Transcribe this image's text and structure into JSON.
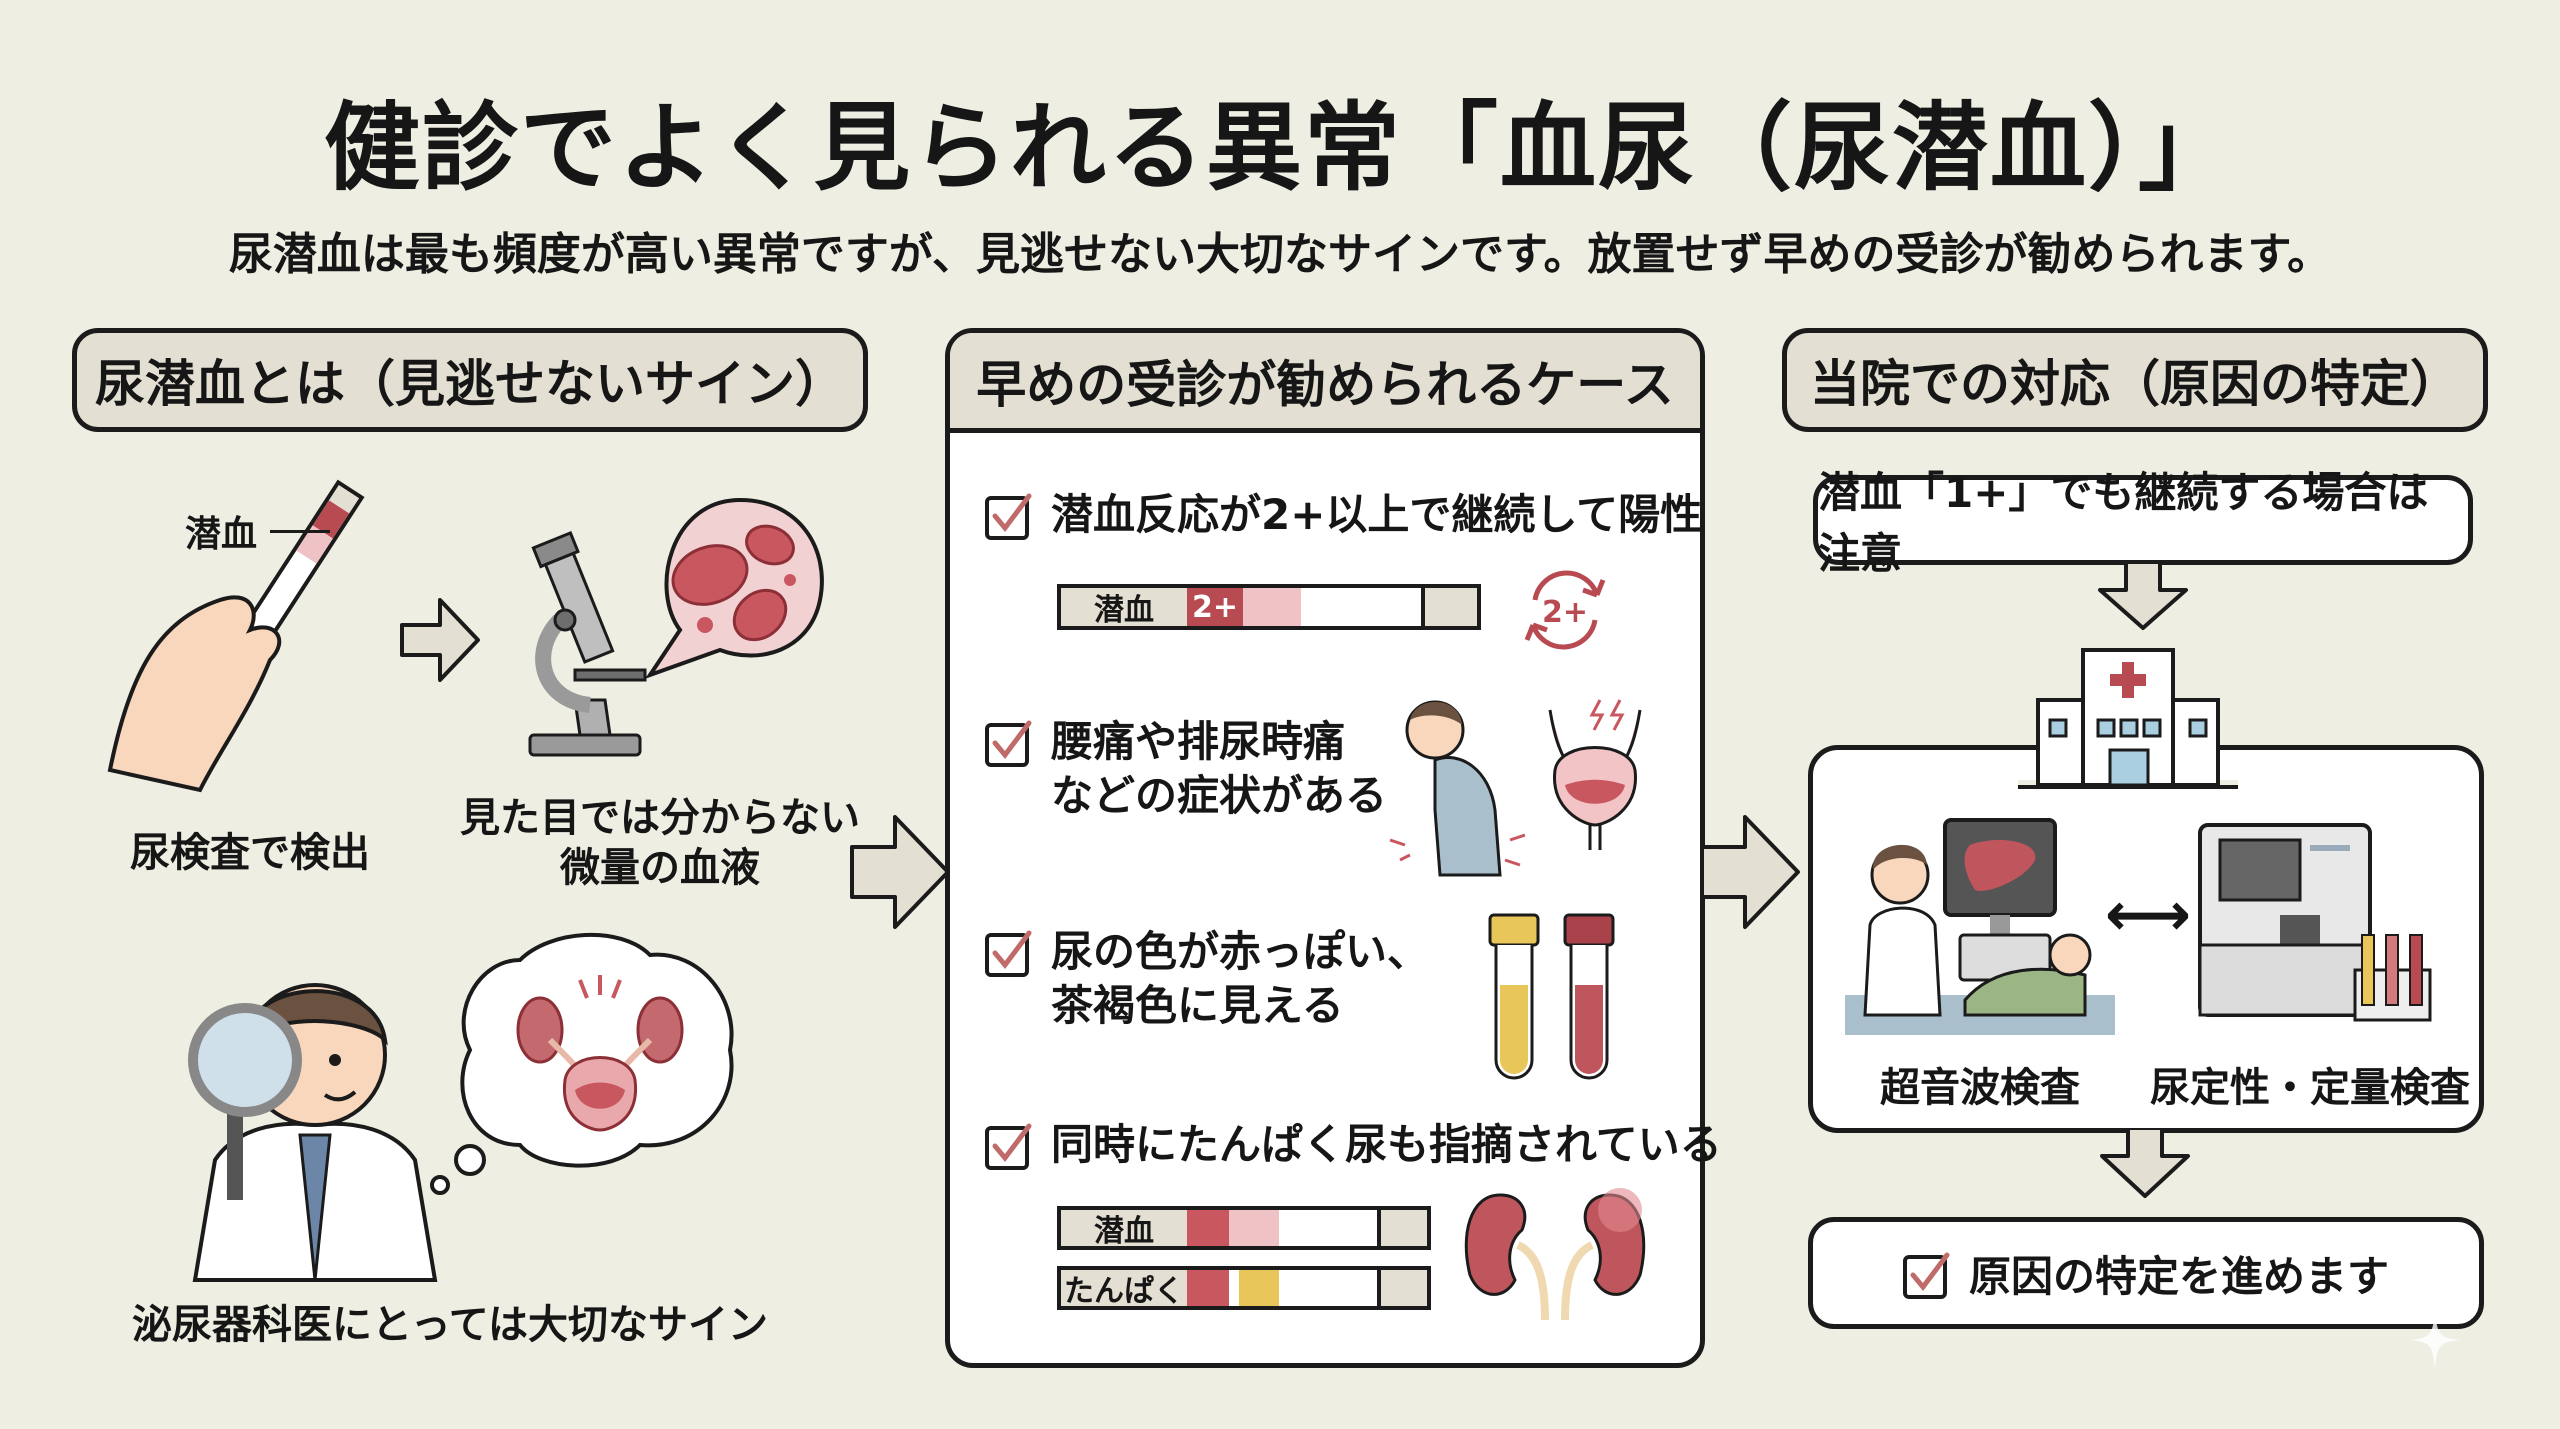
{
  "header": {
    "title": "健診でよく見られる異常「血尿（尿潜血）」",
    "subtitle": "尿潜血は最も頻度が高い異常ですが、見逃せない大切なサインです。放置せず早めの受診が勧められます。"
  },
  "left": {
    "heading": "尿潜血とは（見逃せないサイン）",
    "strip_label": "潜血",
    "detect_label": "尿検査で検出",
    "micro_label_line1": "見た目では分からない",
    "micro_label_line2": "微量の血液",
    "doctor_label": "泌尿器科医にとっては大切なサイン"
  },
  "middle": {
    "heading": "早めの受診が勧められるケース",
    "cases": [
      {
        "text": "潜血反応が2+以上で継続して陽性",
        "strip_label": "潜血",
        "strip_value": "2+",
        "cycle_badge": "2+"
      },
      {
        "line1": "腰痛や排尿時痛",
        "line2": "などの症状がある"
      },
      {
        "line1": "尿の色が赤っぽい、",
        "line2": "茶褐色に見える"
      },
      {
        "text": "同時にたんぱく尿も指摘されている",
        "strip1_label": "潜血",
        "strip2_label": "たんぱく"
      }
    ]
  },
  "right": {
    "heading": "当院での対応（原因の特定）",
    "callout": "潜血「1+」でも継続する場合は注意",
    "exam1_label": "超音波検査",
    "exam2_label": "尿定性・定量検査",
    "exchange_symbol": "⟷",
    "result": "原因の特定を進めます"
  },
  "colors": {
    "background": "#efeee3",
    "heading_fill": "#e3dfd2",
    "accent_red": "#b84a52",
    "light_red": "#efc3c5",
    "yellow": "#e8c65a",
    "check_red": "#c06a6a"
  }
}
